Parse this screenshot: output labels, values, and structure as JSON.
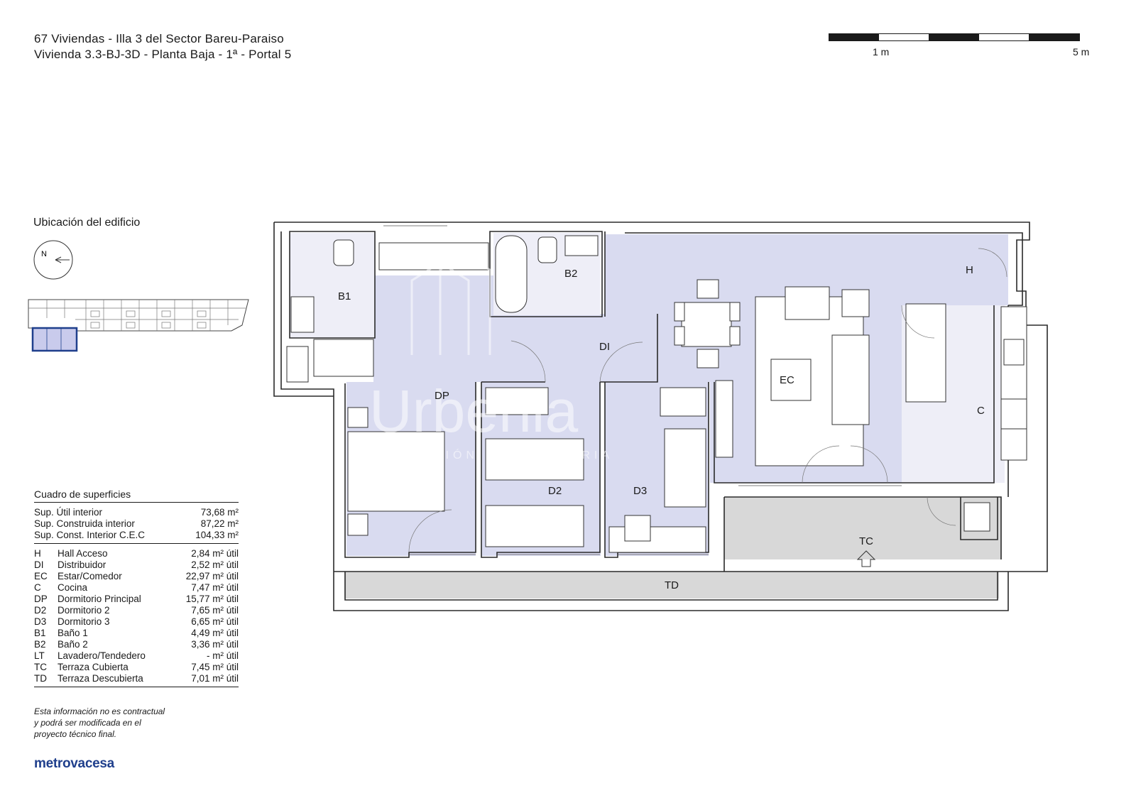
{
  "header": {
    "line1": "67 Viviendas - Illa 3 del Sector Bareu-Paraiso",
    "line2": "Vivienda 3.3-BJ-3D  -  Planta Baja - 1ª - Portal 5"
  },
  "scale_bar": {
    "label_1": "1 m",
    "label_5": "5 m"
  },
  "location": {
    "title": "Ubicación del edificio",
    "compass_letter": "N"
  },
  "areas": {
    "caption": "Cuadro de superficies",
    "summary": [
      {
        "label": "Sup. Útil interior",
        "value": "73,68 m²"
      },
      {
        "label": "Sup. Construida interior",
        "value": "87,22 m²"
      },
      {
        "label": "Sup. Const. Interior C.E.C",
        "value": "104,33 m²"
      }
    ],
    "rooms": [
      {
        "code": "H",
        "name": "Hall Acceso",
        "area": "2,84 m² útil"
      },
      {
        "code": "DI",
        "name": "Distribuidor",
        "area": "2,52 m² útil"
      },
      {
        "code": "EC",
        "name": "Estar/Comedor",
        "area": "22,97 m² útil"
      },
      {
        "code": "C",
        "name": "Cocina",
        "area": "7,47 m² útil"
      },
      {
        "code": "DP",
        "name": "Dormitorio Principal",
        "area": "15,77 m² útil"
      },
      {
        "code": "D2",
        "name": "Dormitorio 2",
        "area": "7,65 m² útil"
      },
      {
        "code": "D3",
        "name": "Dormitorio 3",
        "area": "6,65 m² útil"
      },
      {
        "code": "B1",
        "name": "Baño 1",
        "area": "4,49 m² útil"
      },
      {
        "code": "B2",
        "name": "Baño 2",
        "area": "3,36 m² útil"
      },
      {
        "code": "LT",
        "name": "Lavadero/Tendedero",
        "area": "- m² útil"
      },
      {
        "code": "TC",
        "name": "Terraza Cubierta",
        "area": "7,45 m² útil"
      },
      {
        "code": "TD",
        "name": "Terraza Descubierta",
        "area": "7,01 m² útil"
      }
    ]
  },
  "disclaimer": "Esta información no es contractual y podrá ser modificada en el proyecto técnico final.",
  "brand": "metrovacesa",
  "watermark": {
    "name": "Urbenia",
    "tagline": "GESTIÓN INMOBILIARIA"
  },
  "plan_labels": {
    "b1": "B1",
    "b2": "B2",
    "di": "DI",
    "h": "H",
    "ec": "EC",
    "c": "C",
    "dp": "DP",
    "d2": "D2",
    "d3": "D3",
    "tc": "TC",
    "td": "TD"
  },
  "colors": {
    "room_fill": "#d9dbf0",
    "bath_fill": "#eeeef7",
    "terrace_fill": "#d8d8d8",
    "line": "#2a2a2a",
    "brand": "#1f3f8c",
    "highlight": "#7b7fc8"
  }
}
